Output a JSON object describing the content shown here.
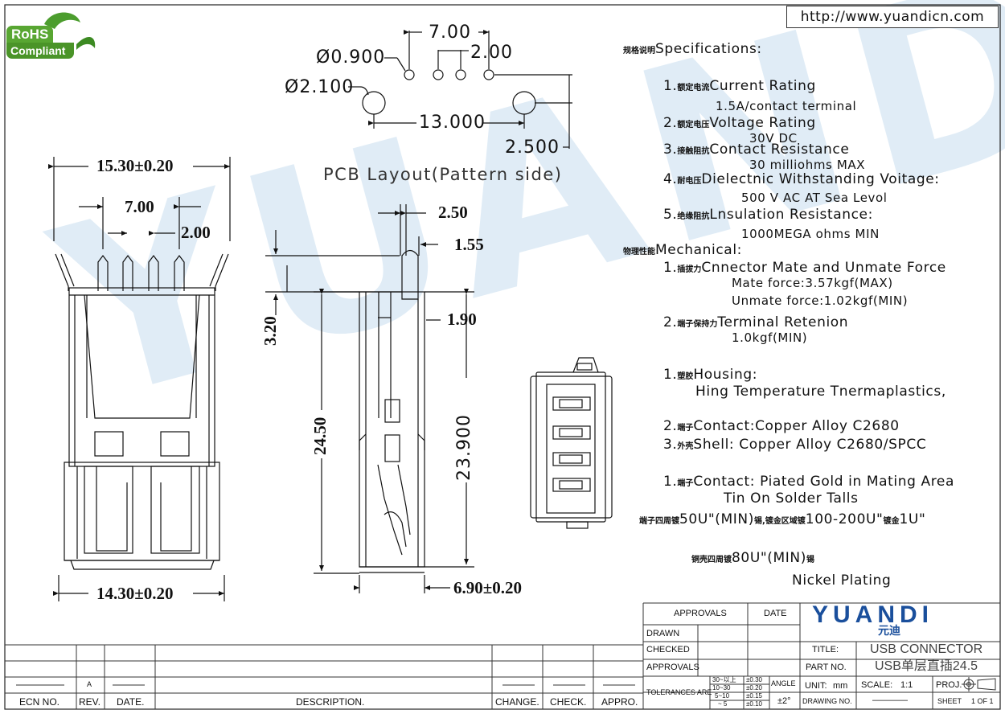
{
  "header": {
    "url": "http://www.yuandicn.com",
    "rohs_top": "RoHS",
    "rohs_bottom": "Compliant"
  },
  "watermark": {
    "text": "YUANDI"
  },
  "pcb_layout": {
    "title": "PCB Layout(Pattern side)",
    "dims": {
      "pitch_outer": "7.00",
      "pitch_inner": "2.00",
      "hole_small": "Ø0.900",
      "hole_large": "Ø2.100",
      "hole_span": "13.000",
      "offset": "2.500"
    }
  },
  "front_view": {
    "dims": {
      "top_width": "15.30±0.20",
      "pin_span": "7.00",
      "pin_pitch": "2.00",
      "bottom_width": "14.30±0.20"
    }
  },
  "side_view": {
    "dims": {
      "d1": "2.50",
      "d2": "1.55",
      "d3": "1.90",
      "d4": "3.20",
      "d5": "24.50",
      "d6": "23.900",
      "d7": "6.90±0.20"
    }
  },
  "specs": {
    "heading_cn": "规格说明",
    "heading": "Specifications:",
    "items": [
      {
        "num": "1.",
        "cn": "额定电流",
        "label": "Current  Rating",
        "value": "1.5A/contact  terminal"
      },
      {
        "num": "2.",
        "cn": "额定电压",
        "label": "Voltage  Rating",
        "value": "30V  DC"
      },
      {
        "num": "3.",
        "cn": "接触阻抗",
        "label": "Contact  Resistance",
        "value": "30  milliohms  MAX"
      },
      {
        "num": "4.",
        "cn": "耐电压",
        "label": "Dielectnic  Withstanding  Voitage:",
        "value": "500  V  AC  AT  Sea  Levol"
      },
      {
        "num": "5.",
        "cn": "绝缘阻抗",
        "label": "Lnsulation  Resistance:",
        "value": "1000MEGA  ohms  MIN"
      }
    ],
    "mech_cn": "物理性能",
    "mech_heading": "Mechanical:",
    "mech": [
      {
        "num": "1.",
        "cn": "插拔力",
        "label": "Cnnector  Mate  and  Unmate  Force",
        "line1": "Mate  force:3.57kgf(MAX)",
        "line2": "Unmate  force:1.02kgf(MIN)"
      },
      {
        "num": "2.",
        "cn": "端子保持力",
        "label": "Terminal  Retenion",
        "line1": "1.0kgf(MIN)"
      }
    ],
    "housing_cn": "塑胶",
    "housing_label": "1.|Housing:",
    "housing_value": "Hing  Temperature    Tnermaplastics,",
    "contact_cn": "端子",
    "contact_line": "Contact:Copper  Alloy  C2680",
    "shell_cn": "外壳",
    "shell_line": "Shell:  Copper  Alloy  C2680/SPCC",
    "plating_cn": "端子",
    "plating_line1": "Contact:  Piated  Gold  in  Mating  Area",
    "plating_line2": "Tin  On  Solder  Talls",
    "plating_note_cn1": "端子四周镀",
    "plating_note_1": "50U\"(MIN)",
    "plating_note_cn2": "锡,镀金区域镀",
    "plating_note_2": "100-200U\"",
    "plating_note_cn3": "镀金",
    "plating_note_3": "1U\"",
    "shell_note_cn1": "铜壳四周镀",
    "shell_note_1": "80U\"(MIN)",
    "shell_note_cn2": "锡",
    "nickel": "Nickel  Plating"
  },
  "title_block": {
    "approvals_h": "APPROVALS",
    "date_h": "DATE",
    "drawn": "DRAWN",
    "checked": "CHECKED",
    "approvals": "APPROVALS",
    "title_label": "TITLE:",
    "title_value": "USB CONNECTOR",
    "part_label": "PART  NO.",
    "part_value": "USB单层直插24.5",
    "tolerances": "TOLERANCES  ARE",
    "tol_rows": [
      {
        "range": "30~以上",
        "val": "±0.30"
      },
      {
        "range": "10~30",
        "val": "±0.20"
      },
      {
        "range": "5~10",
        "val": "±0.15"
      },
      {
        "range": "~ 5",
        "val": "±0.10"
      }
    ],
    "angle_label": "ANGLE",
    "angle_value": "±2°",
    "unit_label": "UNIT:",
    "unit_value": "mm",
    "scale_label": "SCALE:",
    "scale_value": "1:1",
    "proj_label": "PROJ.",
    "drawing_label": "DRAWING  NO.",
    "drawing_value": "————",
    "sheet_label": "SHEET",
    "sheet_value": "1  OF  1",
    "logo": "YUANDI",
    "logo_cn": "元迪"
  },
  "revision_block": {
    "ecn": "ECN  NO.",
    "rev": "REV.",
    "date": "DATE.",
    "desc": "DESCRIPTION.",
    "change": "CHANGE.",
    "check": "CHECK.",
    "appro": "APPRO.",
    "rev_value": "A"
  }
}
